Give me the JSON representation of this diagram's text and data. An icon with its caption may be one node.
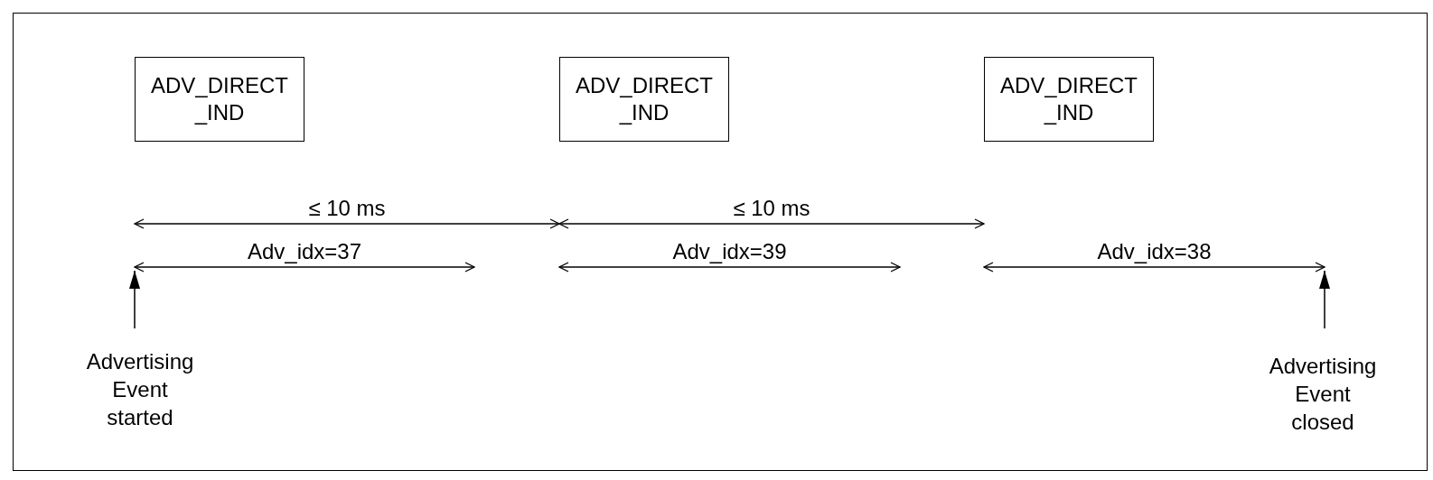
{
  "diagram": {
    "nodes": [
      {
        "text": [
          "ADV_DIRECT _IND"
        ]
      },
      {
        "text": [
          "ADV_DIRECT _IND"
        ]
      },
      {
        "text": [
          "ADV_DIRECT _IND"
        ]
      },
      {
        "text": [
          "Advertising Event started"
        ]
      },
      {
        "text": [
          "Advertising Event closed"
        ]
      }
    ],
    "edges": [
      {
        "from": 3,
        "to": null,
        "arrow": "to"
      },
      {
        "from": 4,
        "to": null,
        "arrow": "to"
      }
    ],
    "labels": [
      "≤ 10 ms",
      "≤ 10 ms",
      "Adv_idx=37",
      "Adv_idx=39",
      "Adv_idx=38"
    ]
  }
}
